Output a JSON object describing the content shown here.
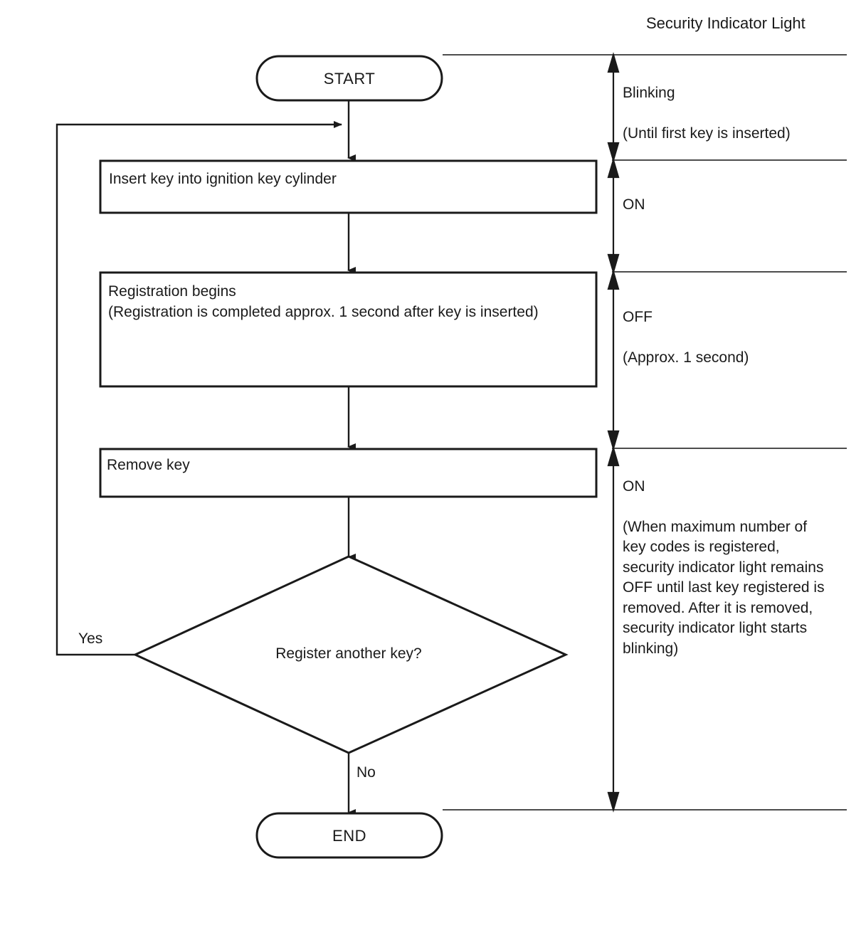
{
  "header": {
    "title": "Security Indicator Light"
  },
  "nodes": {
    "start": {
      "label": "START",
      "shape": "terminator"
    },
    "insert_key": {
      "label": "Insert key into ignition key cylinder",
      "shape": "process"
    },
    "registration": {
      "line1": "Registration begins",
      "line2": "(Registration is completed approx. 1 second after key is inserted)",
      "shape": "process"
    },
    "remove_key": {
      "label": "Remove key",
      "shape": "process"
    },
    "decision": {
      "label": "Register another key?",
      "shape": "decision"
    },
    "end": {
      "label": "END",
      "shape": "terminator"
    }
  },
  "branches": {
    "yes": "Yes",
    "no": "No"
  },
  "indicator_states": [
    {
      "id": "blinking",
      "state": "Blinking",
      "detail": "(Until first key is inserted)"
    },
    {
      "id": "on-1",
      "state": "ON",
      "detail": ""
    },
    {
      "id": "off",
      "state": "OFF",
      "detail": "(Approx. 1 second)"
    },
    {
      "id": "on-2",
      "state": "ON",
      "detail": "(When maximum number of\nkey codes is registered,\nsecurity indicator light remains\nOFF until last key registered is\nremoved. After it is removed,\nsecurity indicator light starts\nblinking)"
    }
  ],
  "colors": {
    "stroke": "#1a1a1a",
    "divider": "#4d4d4d",
    "background": "#ffffff",
    "text": "#1a1a1a"
  }
}
